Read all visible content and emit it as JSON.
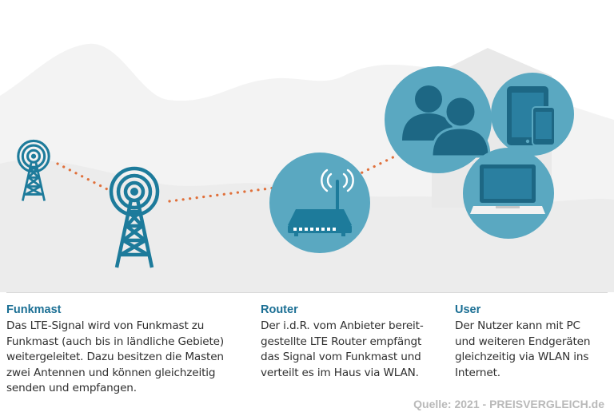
{
  "colors": {
    "teal": "#1d7b9b",
    "circle": "#5aa8c1",
    "signal_dots": "#e0703b",
    "heading": "#1b6f94",
    "hills": "#efefef"
  },
  "icons": [
    "radio-tower-icon",
    "wifi-router-icon",
    "users-icon",
    "tablet-icon",
    "smartphone-icon",
    "laptop-icon"
  ],
  "sections": [
    {
      "title": "Funkmast",
      "text": "Das LTE-Signal wird von Funkmast zu\nFunkmast (auch bis in ländliche Gebiete)\nweitergeleitet. Dazu besitzen die Masten\nzwei Antennen und können gleichzeitig\nsenden und empfangen."
    },
    {
      "title": "Router",
      "text": "Der i.d.R. vom Anbieter bereit-\ngestellte LTE Router empfängt\ndas Signal vom Funkmast und\nverteilt es im Haus via WLAN."
    },
    {
      "title": "User",
      "text": "Der Nutzer kann mit PC\nund weiteren Endgeräten\ngleichzeitig via WLAN ins\nInternet."
    }
  ],
  "source": "Quelle: 2021 - PREISVERGLEICH.de"
}
